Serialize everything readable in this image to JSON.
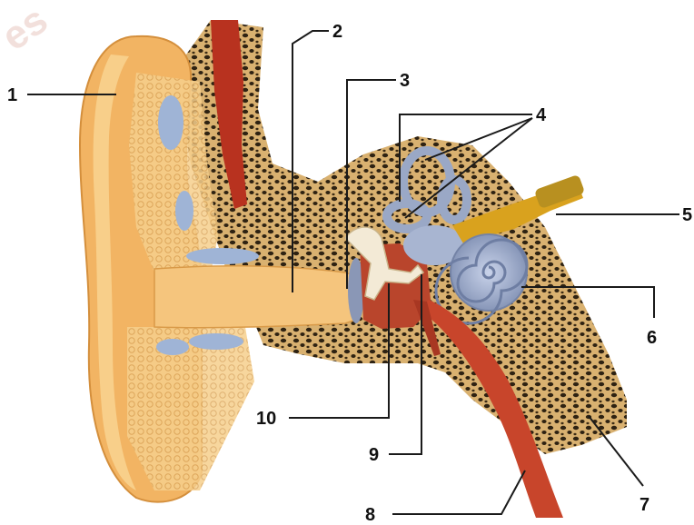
{
  "diagram": {
    "labels": [
      "1",
      "2",
      "3",
      "4",
      "5",
      "6",
      "7",
      "8",
      "9",
      "10"
    ],
    "watermark": "es"
  },
  "colors": {
    "skin": "#f2b463",
    "skin_light": "#f8cf8a",
    "bone": "#d9b170",
    "bone_dark": "#3a2a16",
    "canal": "#f5c57d",
    "blood": "#b8321f",
    "inner_ear": "#9aa8c6",
    "nerve": "#d9a21e",
    "tube": "#c8452b"
  }
}
